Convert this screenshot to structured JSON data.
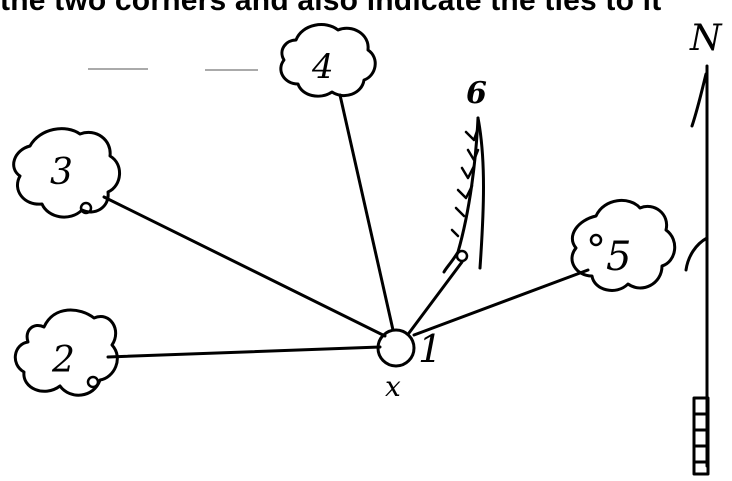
{
  "caption": "the two corners and also indicate the ties to it",
  "diagram": {
    "station_label": "1",
    "station_mark": "x",
    "north_label": "N",
    "objects": [
      {
        "label": "2"
      },
      {
        "label": "3"
      },
      {
        "label": "4"
      },
      {
        "label": "5"
      },
      {
        "label": "6"
      }
    ]
  }
}
